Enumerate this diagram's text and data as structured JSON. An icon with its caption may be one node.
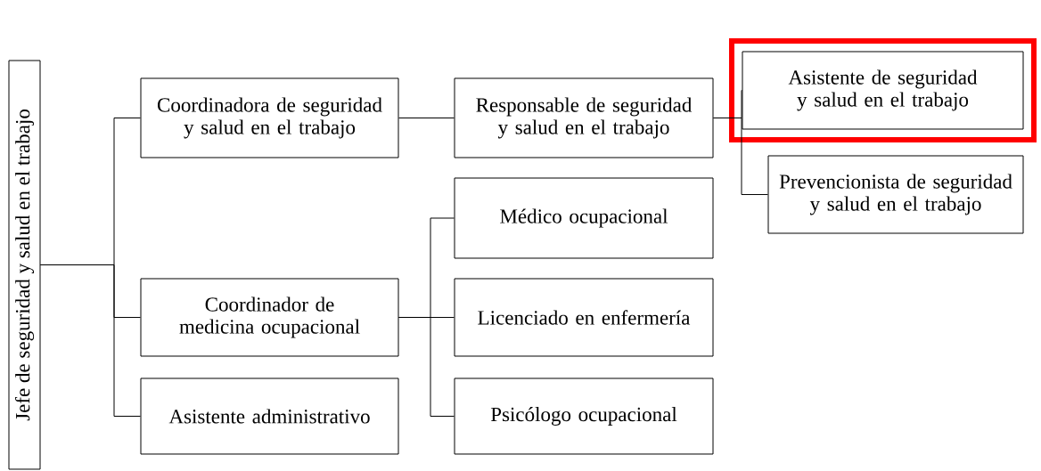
{
  "diagram": {
    "nodes": [
      {
        "text": [
          "Jefe de seguridad y salud en el trabajo"
        ]
      },
      {
        "text": [
          "Coordinadora de seguridad y salud en el trabajo"
        ]
      },
      {
        "text": [
          "Responsable de seguridad y salud en el trabajo"
        ]
      },
      {
        "text": [],
        "shape": "box"
      },
      {
        "text": [
          "Asistente de seguridad y salud en el trabajo"
        ],
        "in": 3
      },
      {
        "text": [
          "Prevencionista de seguridad y salud en el trabajo"
        ]
      },
      {
        "text": [
          "Médico ocupacional"
        ]
      },
      {
        "text": [
          "Coordinador de medicina ocupacional"
        ]
      },
      {
        "text": [
          "Licenciado en enfermería"
        ]
      },
      {
        "text": [
          "Asistente administrativo"
        ]
      },
      {
        "text": [
          "Psicólogo ocupacional"
        ]
      }
    ],
    "edges": [
      {
        "from": 0,
        "to": 1,
        "arrow": "none"
      },
      {
        "from": 0,
        "to": 7,
        "arrow": "none"
      },
      {
        "from": 0,
        "to": 9,
        "arrow": "none"
      },
      {
        "from": 1,
        "to": 2,
        "arrow": "none"
      },
      {
        "from": 2,
        "to": 4,
        "arrow": "none"
      },
      {
        "from": 2,
        "to": 5,
        "arrow": "none"
      },
      {
        "from": 7,
        "to": 6,
        "arrow": "none"
      },
      {
        "from": 7,
        "to": 8,
        "arrow": "none"
      },
      {
        "from": 7,
        "to": 10,
        "arrow": "none"
      }
    ]
  }
}
